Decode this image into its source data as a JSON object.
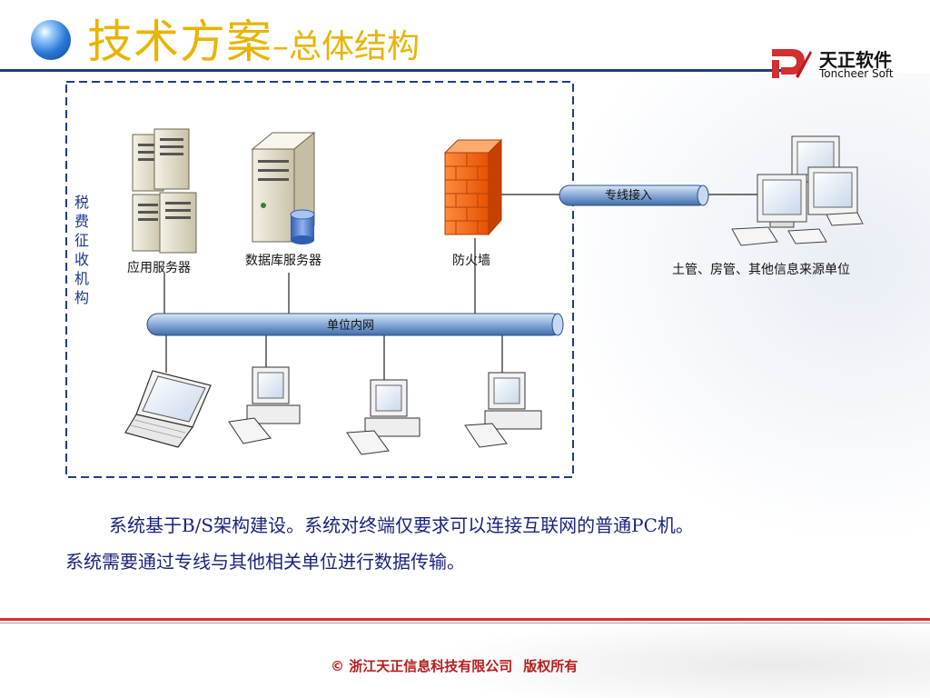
{
  "slide": {
    "title_main": "技术方案",
    "title_sub": "–总体结构"
  },
  "logo": {
    "name": "天正软件",
    "english": "Toncheer Soft"
  },
  "diagram": {
    "boundary_label": "税\n费\n征\n收\n机\n构",
    "nodes": {
      "app_server": "应用服务器",
      "db_server": "数据库服务器",
      "firewall": "防火墙",
      "external": "土管、房管、其他信息来源单位"
    },
    "links": {
      "dedicated_line": "专线接入",
      "intranet": "单位内网"
    }
  },
  "description": {
    "line1": "系统基于B/S架构建设。系统对终端仅要求可以连接互联网的普通PC机。",
    "line2": "系统需要通过专线与其他相关单位进行数据传输。"
  },
  "footer": {
    "copyright": "© 浙江天正信息科技有限公司",
    "rights": "版权所有"
  },
  "colors": {
    "title": "#e8b400",
    "rule": "#1f3c88",
    "text": "#1a237e",
    "footer": "#b71c1c"
  }
}
